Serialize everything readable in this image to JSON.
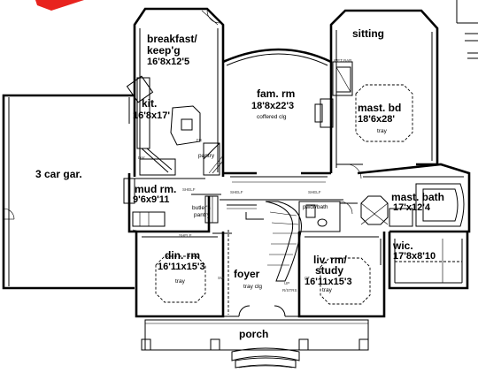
{
  "rooms": {
    "breakfast": {
      "name1": "breakfast/",
      "name2": "keep'g",
      "dim": "16'8x12'5"
    },
    "kitchen": {
      "name": "kit.",
      "dim": "16'8x17'"
    },
    "family": {
      "name": "fam. rm",
      "dim": "18'8x22'3",
      "note": "coffered clg"
    },
    "sitting": {
      "name": "sitting"
    },
    "wetbar": {
      "name": "WET BAR"
    },
    "master_bed": {
      "name": "mast. bd",
      "dim": "18'6x28'",
      "note": "tray"
    },
    "garage": {
      "name": "3 car gar."
    },
    "pantry": {
      "name": "pantry"
    },
    "mud": {
      "name": "mud rm.",
      "dim": "9'6x9'11"
    },
    "butlers": {
      "name1": "butler's",
      "name2": "pantry"
    },
    "powder": {
      "name": "pwdr/bath"
    },
    "master_bath": {
      "name": "mast. bath",
      "dim": "17'x12'4"
    },
    "wic": {
      "name": "wic.",
      "dim": "17'8x8'10"
    },
    "dining": {
      "name": "din. rm",
      "dim": "16'11x15'3",
      "note": "tray"
    },
    "foyer": {
      "name": "foyer",
      "note": "tray clg",
      "up": "UP"
    },
    "living": {
      "name1": "liv. rm/",
      "name2": "study",
      "dim": "16'11x15'3",
      "note": "tray"
    },
    "porch": {
      "name": "porch"
    }
  },
  "notes": {
    "shelf": "SHELF",
    "dw": "DW",
    "fr": "FR",
    "rstrs": "R/STRS",
    "sw": "SW",
    "ct": "CT"
  }
}
